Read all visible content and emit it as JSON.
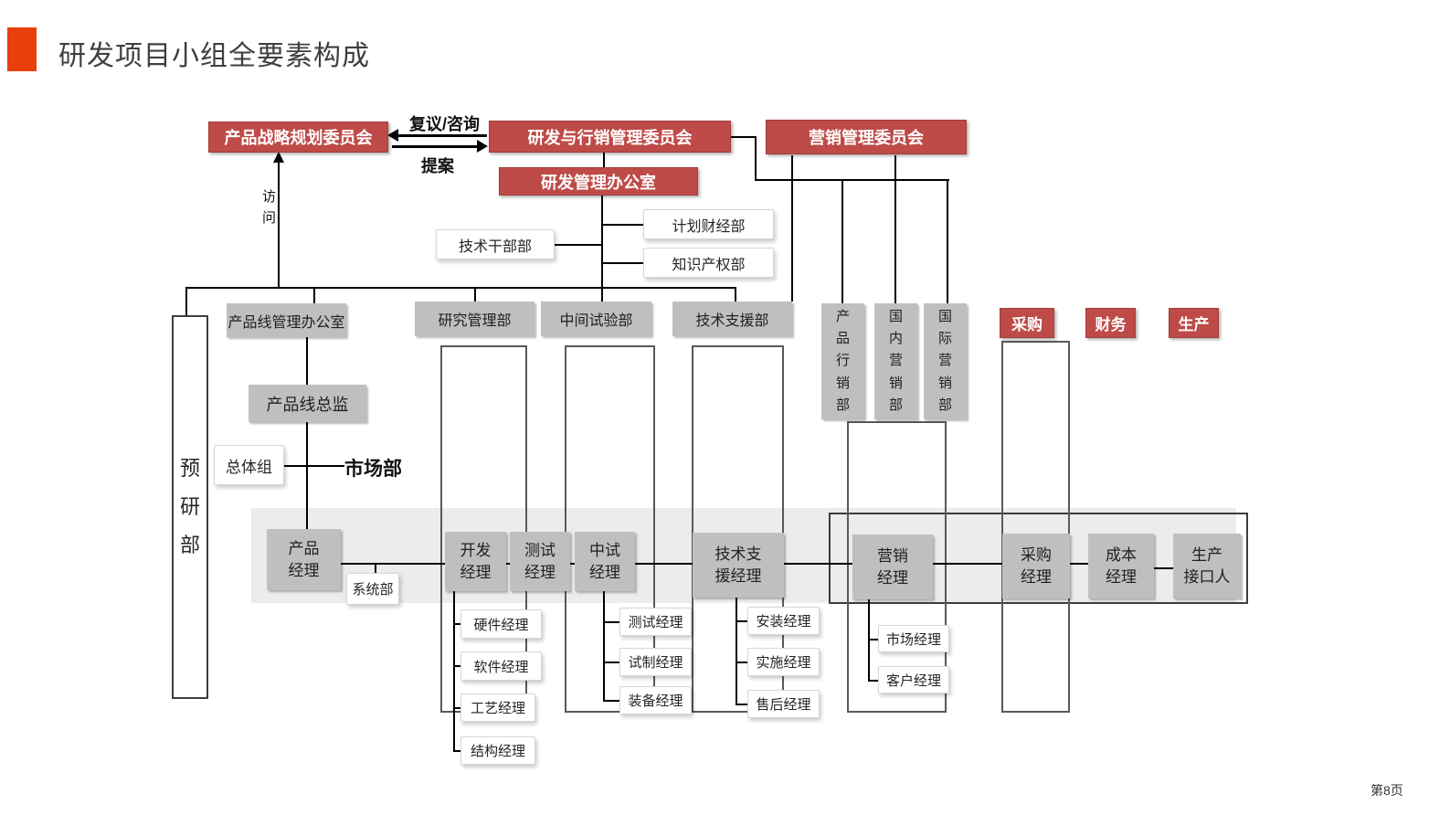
{
  "page": {
    "title": "研发项目小组全要素构成",
    "page_number": "第8页"
  },
  "colors": {
    "accent": "#E8400C",
    "committee_red": "#BE4B48",
    "node_gray": "#BFBFBF",
    "band_gray": "#ECECEC",
    "line_black": "#000000"
  },
  "committees": {
    "product_strategy": "产品战略规划委员会",
    "rd_marketing": "研发与行销管理委员会",
    "marketing_mgmt": "营销管理委员会",
    "rd_office": "研发管理办公室"
  },
  "flow_labels": {
    "review_consult": "复议/咨询",
    "proposal": "提案",
    "visit": "访\n问"
  },
  "support_depts": {
    "tech_cadre": "技术干部部",
    "planning_finance": "计划财经部",
    "ip": "知识产权部"
  },
  "line_depts": {
    "product_line_office": "产品线管理办公室",
    "research_mgmt": "研究管理部",
    "pilot_test": "中间试验部",
    "tech_support": "技术支援部"
  },
  "marketing_depts": {
    "product_marketing": "产\n品\n行\n销\n部",
    "domestic": "国\n内\n营\n销\n部",
    "international": "国\n际\n营\n销\n部"
  },
  "function_tags": {
    "procurement": "采购",
    "finance": "财务",
    "production": "生产"
  },
  "pre_research": "预\n研\n部",
  "product_line": {
    "director": "产品线总监",
    "general_group": "总体组",
    "market_dept": "市场部"
  },
  "team_row": {
    "product_mgr": "产品\n经理",
    "dev_mgr": "开发\n经理",
    "test_mgr": "测试\n经理",
    "pilot_mgr": "中试\n经理",
    "tech_support_mgr": "技术支\n援经理",
    "marketing_mgr": "营销\n经理",
    "procurement_mgr": "采购\n经理",
    "cost_mgr": "成本\n经理",
    "production_liaison": "生产\n接口人",
    "system_dept": "系统部"
  },
  "sub_managers": {
    "dev": [
      "硬件经理",
      "软件经理",
      "工艺经理",
      "结构经理"
    ],
    "pilot": [
      "测试经理",
      "试制经理",
      "装备经理"
    ],
    "tech_support": [
      "安装经理",
      "实施经理",
      "售后经理"
    ],
    "marketing": [
      "市场经理",
      "客户经理"
    ]
  }
}
